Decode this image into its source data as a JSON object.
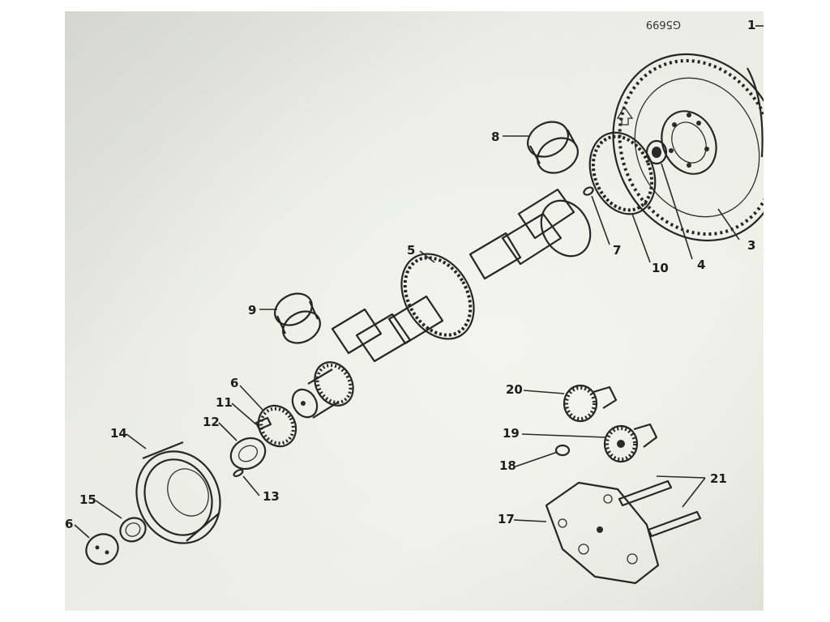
{
  "drawing_code": "G5699",
  "callouts": {
    "c1": "1",
    "c3": "3",
    "c4": "4",
    "c5": "5",
    "c6a": "6",
    "c6b": "6",
    "c7": "7",
    "c8": "8",
    "c9": "9",
    "c10": "10",
    "c11": "11",
    "c12": "12",
    "c13": "13",
    "c14": "14",
    "c15": "15",
    "c17": "17",
    "c18": "18",
    "c19": "19",
    "c20": "20",
    "c21": "21"
  },
  "colors": {
    "paper_light": "#eef0e8",
    "paper_shadow": "#c9ccc4",
    "ink": "#262626"
  }
}
